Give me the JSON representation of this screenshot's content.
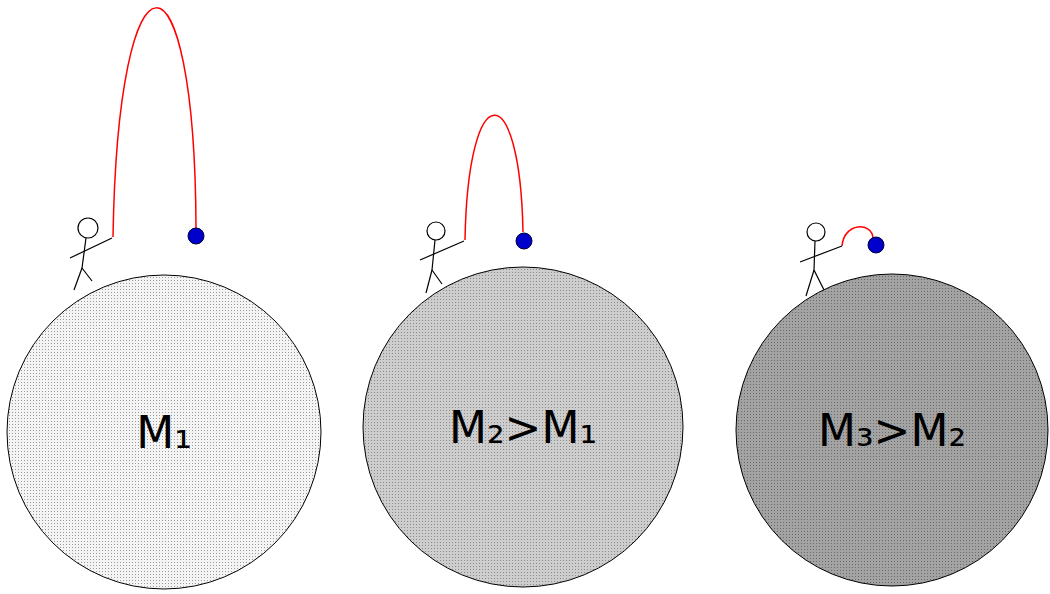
{
  "diagram": {
    "nodes": [
      {
        "text": [
          "M₁"
        ]
      },
      {
        "text": [
          "M₂>M₁"
        ]
      },
      {
        "text": [
          "M₃>M₂"
        ]
      }
    ]
  }
}
